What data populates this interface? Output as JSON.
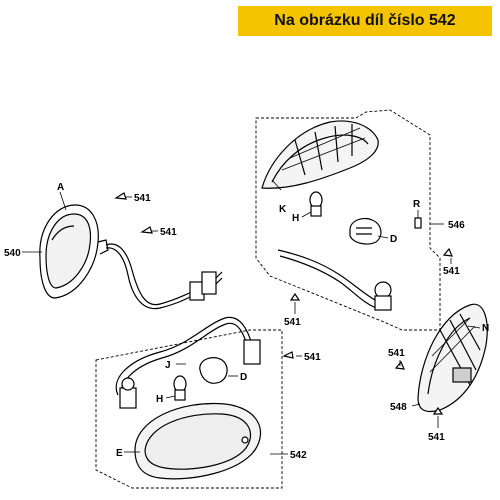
{
  "banner": {
    "text": "Na obrázku díl číslo 542",
    "color": "#f5c400"
  },
  "parts": {
    "p540": "540",
    "p541_a": "541",
    "p541_b": "541",
    "p541_c": "541",
    "p541_d": "541",
    "p541_e": "541",
    "p541_f": "541",
    "p541_g": "541",
    "p542": "542",
    "p546": "546",
    "p548": "548",
    "A": "A",
    "K": "K",
    "H1": "H",
    "D1": "D",
    "R": "R",
    "J": "J",
    "D2": "D",
    "H2": "H",
    "E": "E",
    "N": "N"
  }
}
